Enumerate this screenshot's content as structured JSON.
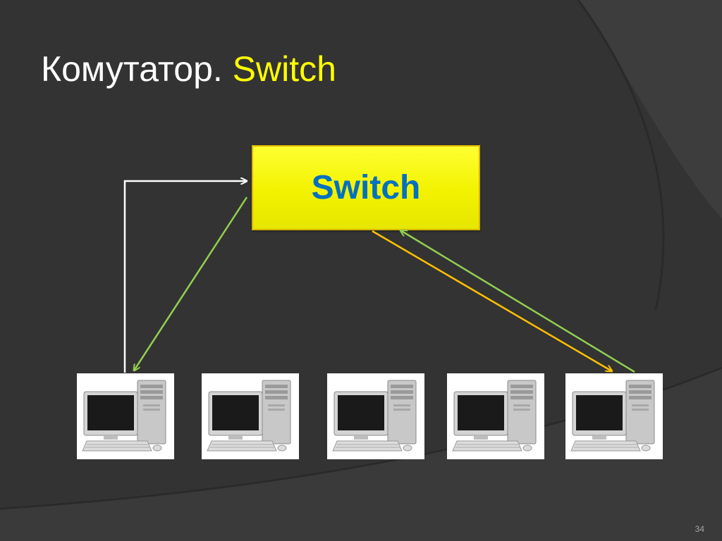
{
  "slide": {
    "title_main": "Комутатор.",
    "title_accent": "Switch",
    "page_number": "34",
    "colors": {
      "background": "#333333",
      "title_accent": "#ffff00",
      "switch_fill": "#ffff00",
      "switch_text": "#0070c0",
      "arrow_white": "#ffffff",
      "arrow_green": "#92d050",
      "arrow_orange": "#ffc000"
    }
  },
  "diagram": {
    "switch_label": "Switch",
    "computers": [
      {
        "icon": "desktop-computer-icon"
      },
      {
        "icon": "desktop-computer-icon"
      },
      {
        "icon": "desktop-computer-icon"
      },
      {
        "icon": "desktop-computer-icon"
      },
      {
        "icon": "desktop-computer-icon"
      }
    ],
    "connections": [
      {
        "from": "computer-1",
        "to": "switch",
        "color": "white"
      },
      {
        "from": "switch",
        "to": "computer-1",
        "color": "green"
      },
      {
        "from": "switch",
        "to": "computer-5",
        "color": "orange"
      },
      {
        "from": "computer-5",
        "to": "switch",
        "color": "green"
      }
    ]
  }
}
